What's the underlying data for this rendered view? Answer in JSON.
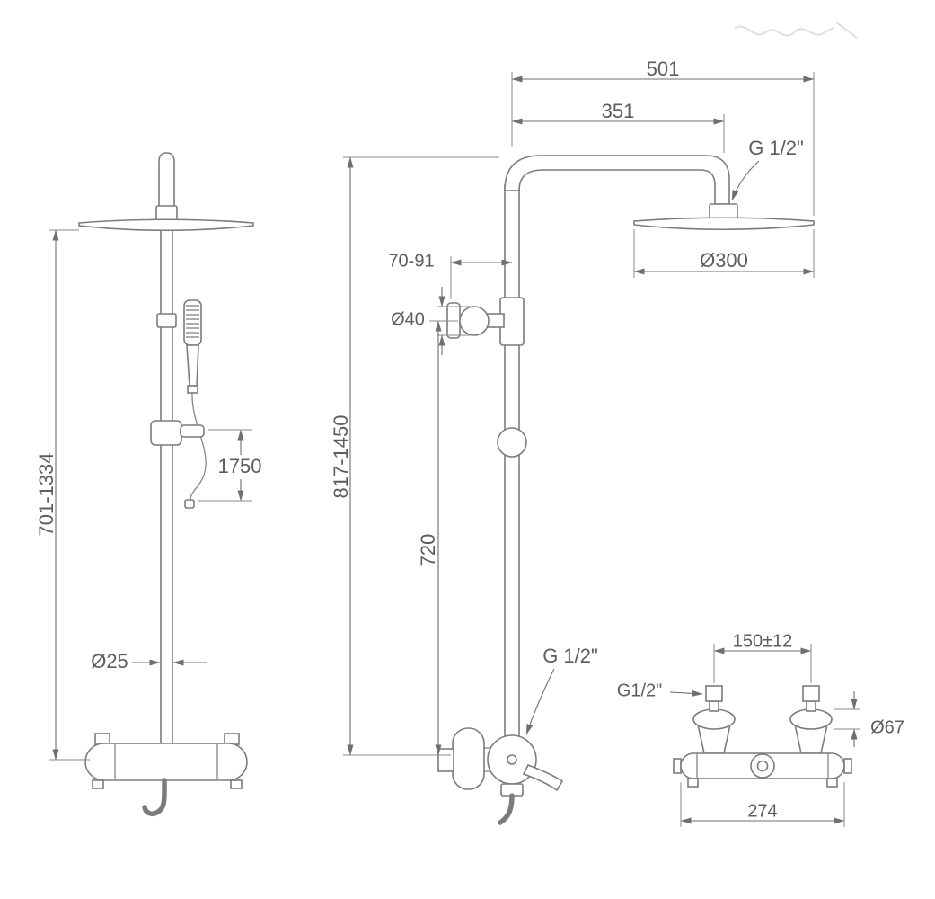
{
  "drawing": {
    "kind": "shower-column-technical-drawing",
    "line_color": "#7c7c7c",
    "dimension_color": "#6f6f6f",
    "text_color": "#5d5d5d",
    "background": "#ffffff"
  },
  "front_view": {
    "height_range": "701-1334",
    "hose_length": "1750",
    "riser_diameter": "Ø25"
  },
  "side_view": {
    "overall_reach": "501",
    "arm_projection": "351",
    "head_connection": "G 1/2\"",
    "head_diameter": "Ø300",
    "wall_clearance": "70-91",
    "bracket_diameter": "Ø40",
    "column_height_range": "817-1450",
    "lower_column_height": "720",
    "valve_connection": "G 1/2\""
  },
  "plan_view": {
    "inlet_spacing": "150±12",
    "inlet_connection": "G1/2\"",
    "escutcheon_diameter": "Ø67",
    "valve_width": "274"
  }
}
